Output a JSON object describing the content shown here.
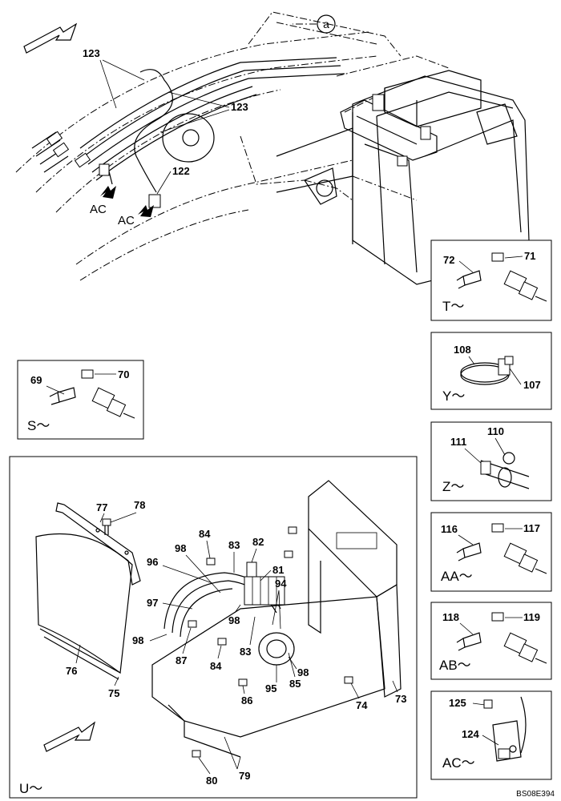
{
  "labels": {
    "l123a": "123",
    "l123b": "123",
    "l122": "122",
    "ac1": "AC",
    "ac2": "AC",
    "circle_a": "a",
    "l72": "72",
    "l71": "71",
    "viewT": "T～",
    "l108": "108",
    "l107": "107",
    "viewY": "Y～",
    "l110": "110",
    "l111": "111",
    "viewZ": "Z～",
    "l116": "116",
    "l117": "117",
    "viewAA": "AA～",
    "l118": "118",
    "l119": "119",
    "viewAB": "AB～",
    "l125": "125",
    "l124": "124",
    "viewAC": "AC～",
    "l69": "69",
    "l70": "70",
    "viewS": "S～",
    "l77": "77",
    "l78": "78",
    "l76": "76",
    "l75": "75",
    "l84a": "84",
    "l83a": "83",
    "l82": "82",
    "l98a": "98",
    "l96": "96",
    "l81": "81",
    "l94": "94",
    "l97": "97",
    "l98b": "98",
    "l98c": "98",
    "l87": "87",
    "l84b": "84",
    "l83b": "83",
    "l98d": "98",
    "l95": "95",
    "l85": "85",
    "l86": "86",
    "l74": "74",
    "l73": "73",
    "l80": "80",
    "l79": "79",
    "viewU": "U～"
  },
  "ref_code": "BS08E394"
}
